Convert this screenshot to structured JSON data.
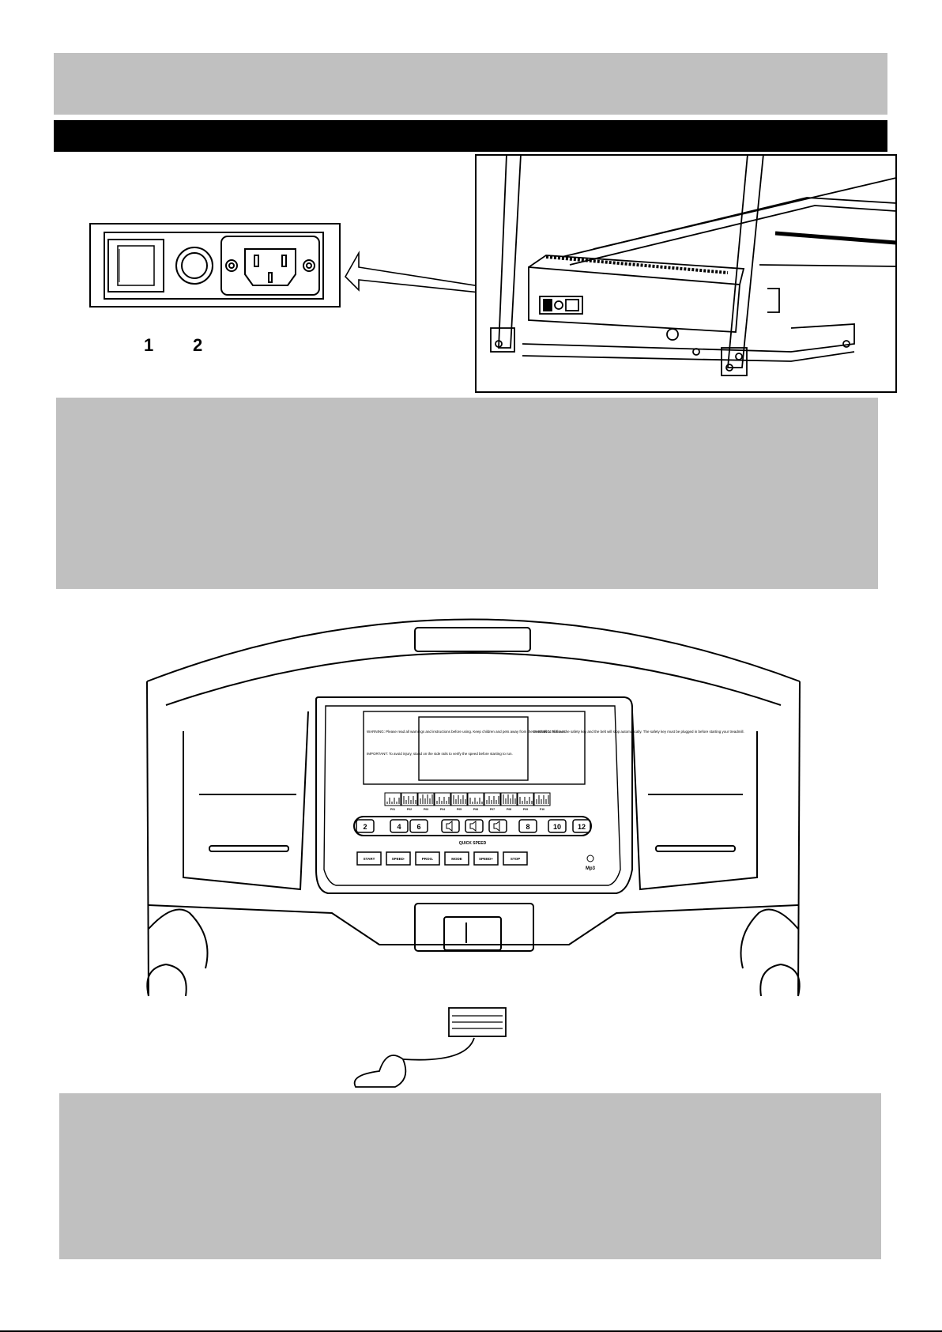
{
  "figure1": {
    "callouts": [
      "1",
      "2"
    ]
  },
  "console": {
    "quick_speed_keys": [
      "2",
      "4",
      "6",
      "8",
      "10",
      "12"
    ],
    "quick_speed_label": "QUICK SPEED",
    "function_keys": [
      "START",
      "SPEED-",
      "PROG.",
      "MODE",
      "SPEED+",
      "STOP"
    ],
    "mp3_label": "Mp3",
    "program_labels": [
      "P01",
      "P02",
      "P03",
      "P04",
      "P05",
      "P06",
      "P07",
      "P08",
      "P09",
      "P10"
    ],
    "warning_left": "WARNING: Please read all warnings and instructions before using. Keep children and pets away from the treadmill at all times.",
    "important_left": "IMPORTANT: To avoid injury, stand on the side rails to verify the speed before starting to run.",
    "warning_right": "WARNING: Pull out the safety key and the belt will stop automatically. The safety key must be plugged in before starting your treadmill."
  }
}
